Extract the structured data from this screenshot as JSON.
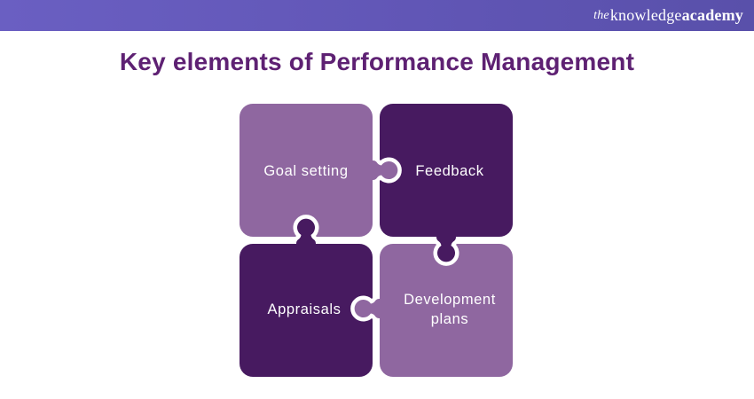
{
  "page": {
    "background": "#ffffff"
  },
  "header": {
    "bar_color_left": "#6a5fc2",
    "bar_color_right": "#5950aa",
    "logo": {
      "prefix": "the",
      "word1": "knowledge",
      "word2": "academy",
      "text_color": "#ffffff"
    }
  },
  "title": {
    "text": "Key elements of Performance Management",
    "color": "#5e2173"
  },
  "diagram": {
    "type": "jigsaw-grid-2x2",
    "outline_color": "#ffffff",
    "label_color": "#ffffff",
    "colors": {
      "light": "#8f67a0",
      "dark": "#471a60"
    },
    "pieces": [
      {
        "label": "Goal setting",
        "shade": "light",
        "position": "top-left"
      },
      {
        "label": "Feedback",
        "shade": "dark",
        "position": "top-right"
      },
      {
        "label": "Appraisals",
        "shade": "dark",
        "position": "bottom-left"
      },
      {
        "label": "Development plans",
        "shade": "light",
        "position": "bottom-right",
        "label_lines": [
          "Development",
          "plans"
        ]
      }
    ]
  }
}
